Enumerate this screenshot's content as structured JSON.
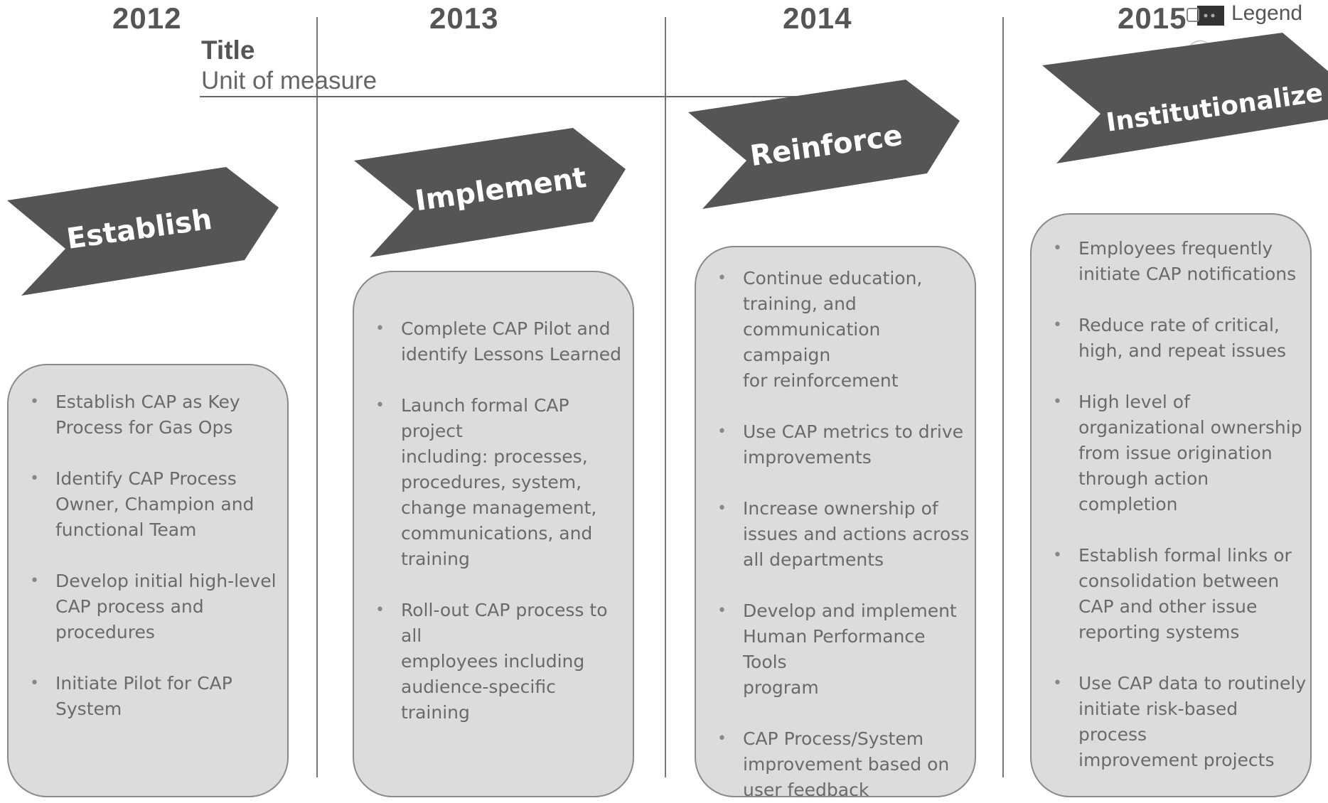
{
  "years": [
    "2012",
    "2013",
    "2014",
    "2015"
  ],
  "header": {
    "title": "Title",
    "unit": "Unit of measure"
  },
  "legend": {
    "label": "Legend"
  },
  "phases": [
    {
      "name": "Establish",
      "items": [
        [
          "Establish CAP as Key",
          "Process for Gas Ops"
        ],
        [
          "Identify CAP Process",
          "Owner, Champion and",
          "functional Team"
        ],
        [
          "Develop initial high-level",
          "CAP process and",
          "procedures"
        ],
        [
          "Initiate Pilot for CAP",
          "System"
        ]
      ]
    },
    {
      "name": "Implement",
      "items": [
        [
          "Complete CAP Pilot and",
          "identify Lessons Learned"
        ],
        [
          "Launch formal CAP project",
          "including: processes,",
          "procedures, system,",
          "change management,",
          "communications, and",
          "training"
        ],
        [
          "Roll-out CAP process to all",
          "employees including",
          "audience-specific training"
        ]
      ]
    },
    {
      "name": "Reinforce",
      "items": [
        [
          "Continue education,",
          "training, and",
          "communication campaign",
          "for reinforcement"
        ],
        [
          "Use CAP metrics to drive",
          "improvements"
        ],
        [
          "Increase ownership of",
          "issues and actions across",
          "all departments"
        ],
        [
          "Develop and implement",
          "Human Performance Tools",
          "program"
        ],
        [
          "CAP Process/System",
          "improvement based on",
          "user feedback"
        ]
      ]
    },
    {
      "name": "Institutionalize",
      "items": [
        [
          "Employees frequently",
          "initiate CAP notifications"
        ],
        [
          "Reduce rate of critical,",
          "high, and repeat issues"
        ],
        [
          "High level of",
          "organizational ownership",
          "from issue origination",
          "through action",
          "completion"
        ],
        [
          "Establish formal links or",
          "consolidation  between",
          "CAP and other issue",
          "reporting systems"
        ],
        [
          "Use CAP data to routinely",
          "initiate risk-based process",
          "improvement projects"
        ]
      ]
    }
  ],
  "colors": {
    "chevron": "#555555",
    "box_fill": "#dcdcdc",
    "text": "#6a6a6a"
  }
}
